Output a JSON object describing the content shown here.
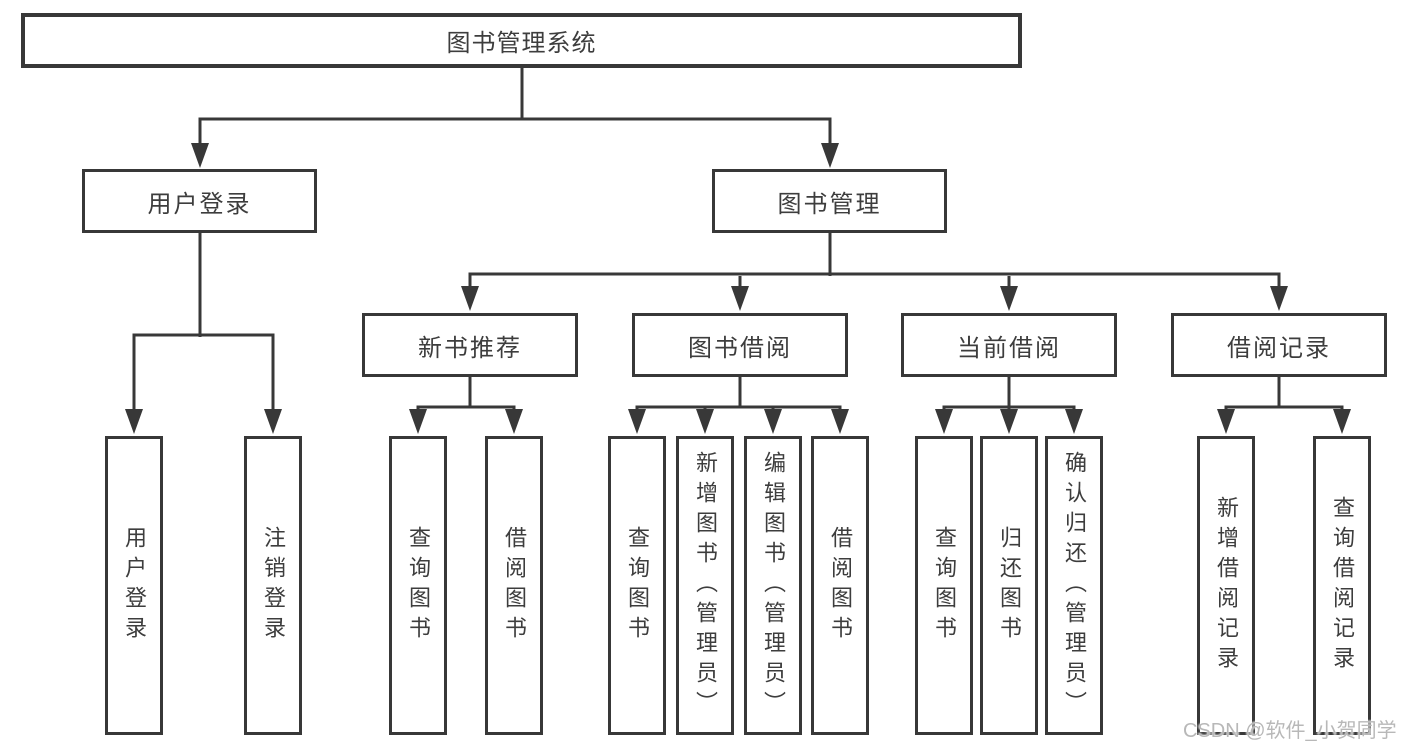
{
  "tree": {
    "label": "图书管理系统",
    "children": [
      {
        "label": "用户登录",
        "children": [
          {
            "label": "用户登录"
          },
          {
            "label": "注销登录"
          }
        ]
      },
      {
        "label": "图书管理",
        "children": [
          {
            "label": "新书推荐",
            "children": [
              {
                "label": "查询图书"
              },
              {
                "label": "借阅图书"
              }
            ]
          },
          {
            "label": "图书借阅",
            "children": [
              {
                "label": "查询图书"
              },
              {
                "label": "新增图书（管理员）"
              },
              {
                "label": "编辑图书（管理员）"
              },
              {
                "label": "借阅图书"
              }
            ]
          },
          {
            "label": "当前借阅",
            "children": [
              {
                "label": "查询图书"
              },
              {
                "label": "归还图书"
              },
              {
                "label": "确认归还（管理员）"
              }
            ]
          },
          {
            "label": "借阅记录",
            "children": [
              {
                "label": "新增借阅记录"
              },
              {
                "label": "查询借阅记录"
              }
            ]
          }
        ]
      }
    ]
  },
  "watermark": "CSDN @软件_小贺同学",
  "colors": {
    "line": "#383838",
    "text": "#3d3d3d",
    "box_background": "#ffffff",
    "watermark": "#b8b8b8",
    "page_background": "#ffffff"
  }
}
